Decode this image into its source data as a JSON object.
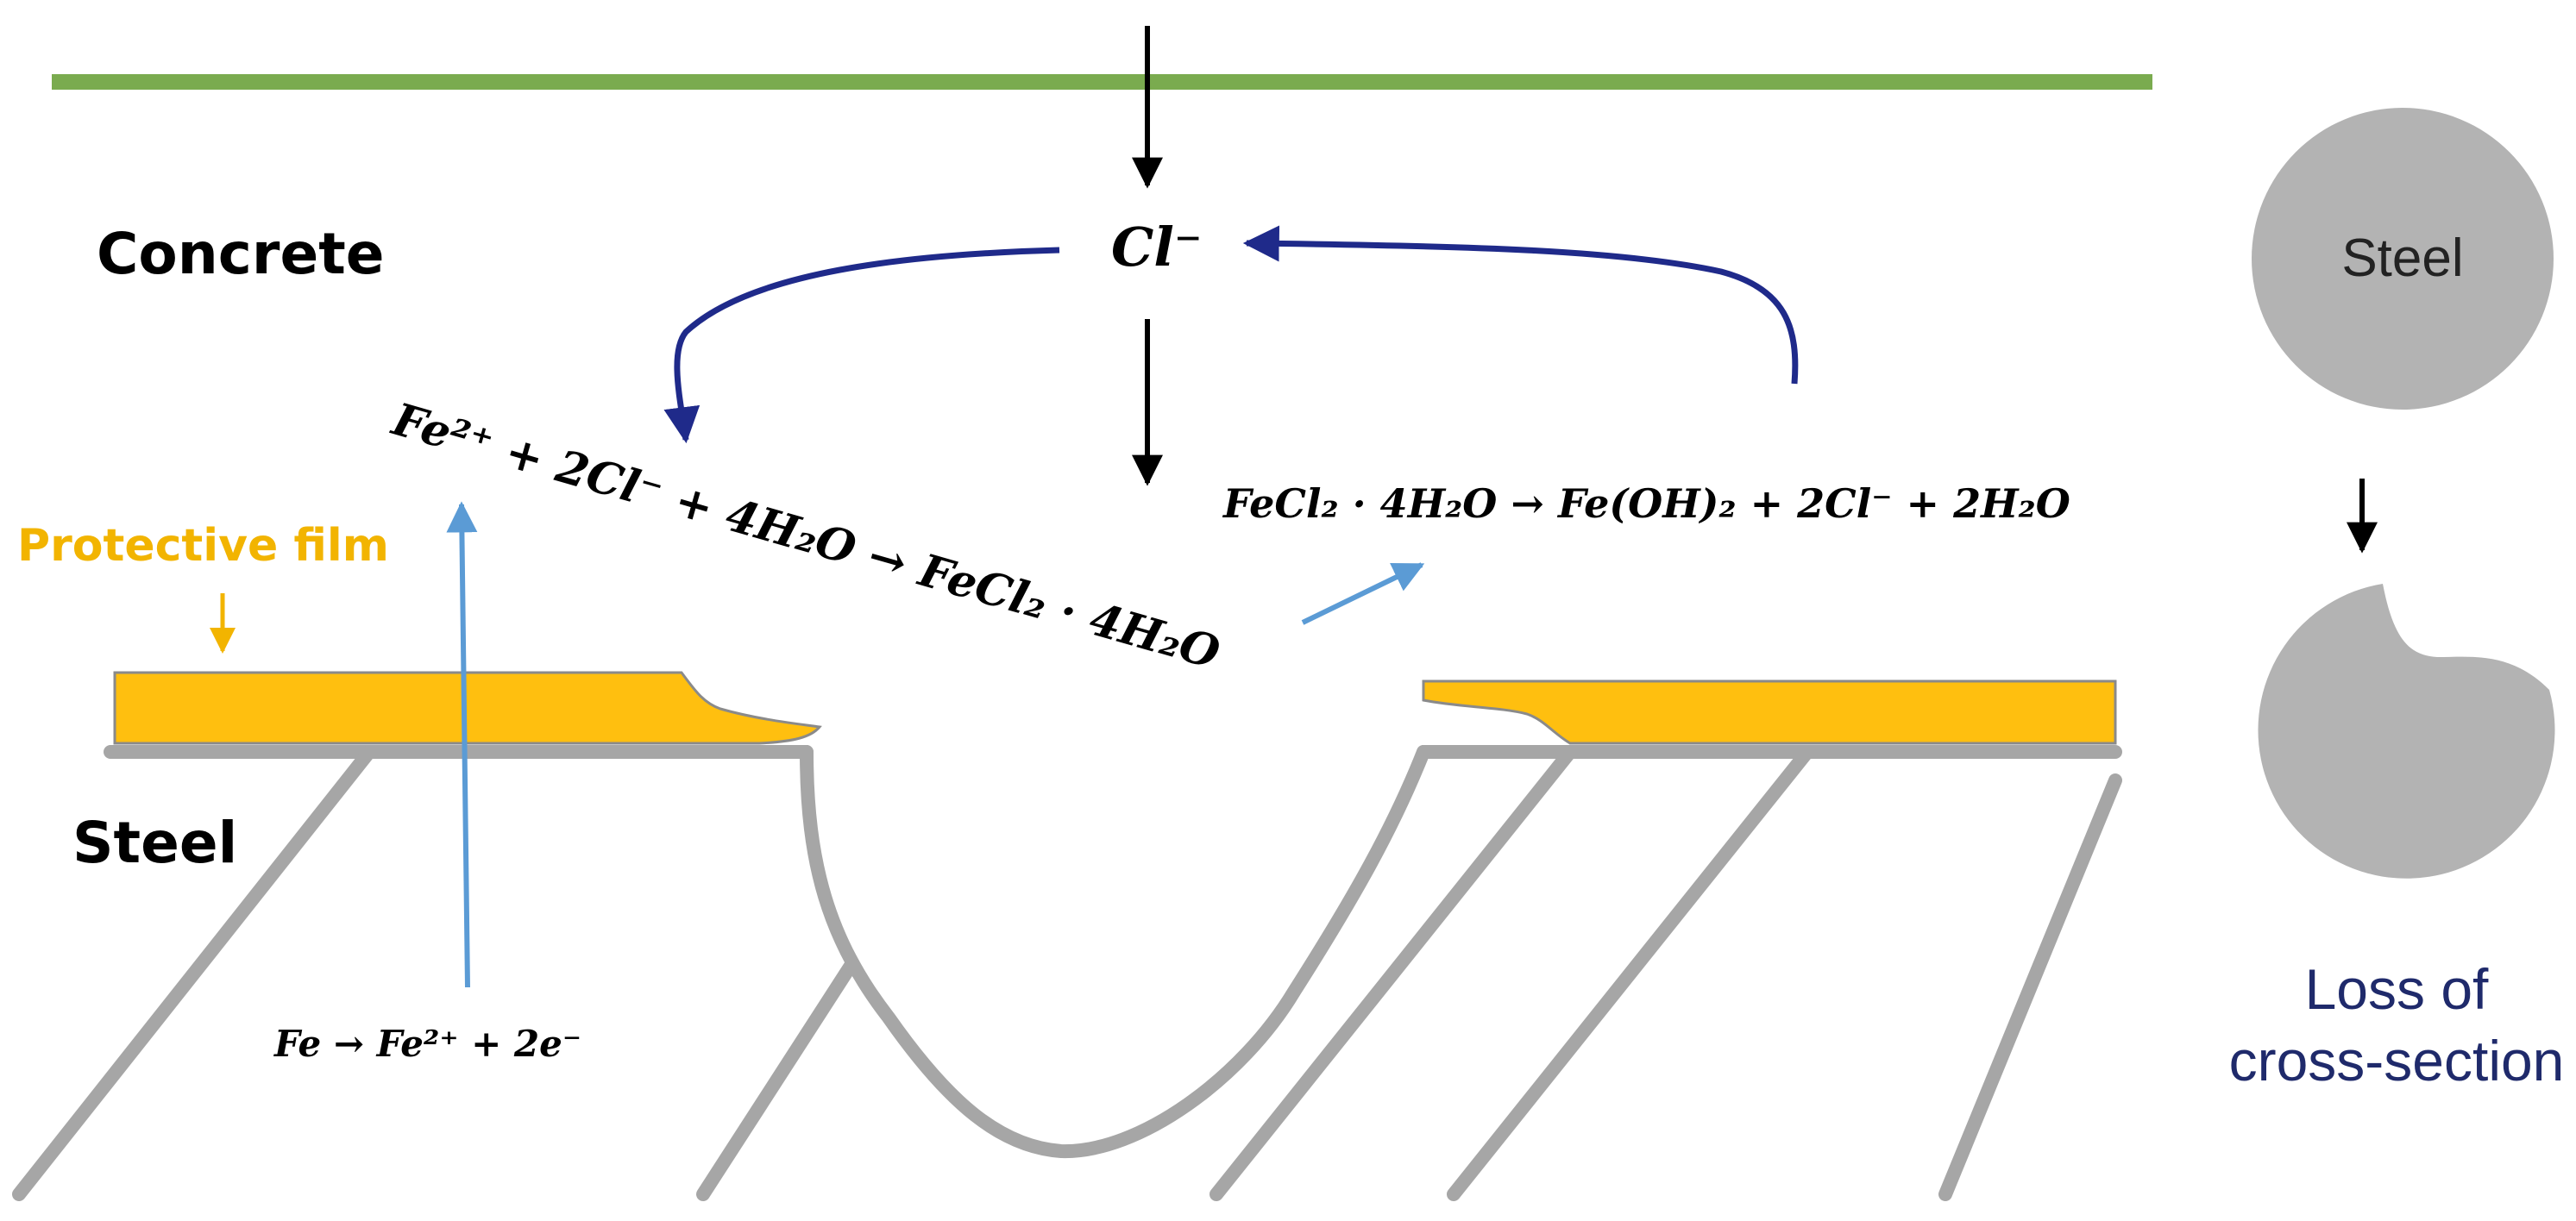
{
  "labels": {
    "concrete": "Concrete",
    "steel_layer": "Steel",
    "protective_film": "Protective film",
    "chloride": "Cl⁻",
    "steel_bar": "Steel",
    "loss_line1": "Loss of",
    "loss_line2": "cross-section"
  },
  "equations": {
    "anodic": "Fe → Fe²⁺ + 2e⁻",
    "complex": "Fe²⁺ + 2Cl⁻ + 4H₂O → FeCl₂ · 4H₂O",
    "hydrolysis": "FeCl₂ · 4H₂O → Fe(OH)₂ + 2Cl⁻ + 2H₂O"
  },
  "colors": {
    "surface_line": "#7aab4f",
    "film": "#ffbf0f",
    "film_label": "#f2b400",
    "steel_gray": "#a6a6a6",
    "steel_circle": "#b3b3b3",
    "cycle_arrow": "#1f2a8a",
    "reaction_arrow": "#5b9bd5",
    "loss_text": "#1f2a6b",
    "ink": "#000000"
  },
  "icons": {
    "chloride_ingress_arrow": "arrow-down-icon",
    "recycle_arrow": "curved-arrow-icon",
    "electron_flow_arrow": "arrow-up-icon"
  }
}
